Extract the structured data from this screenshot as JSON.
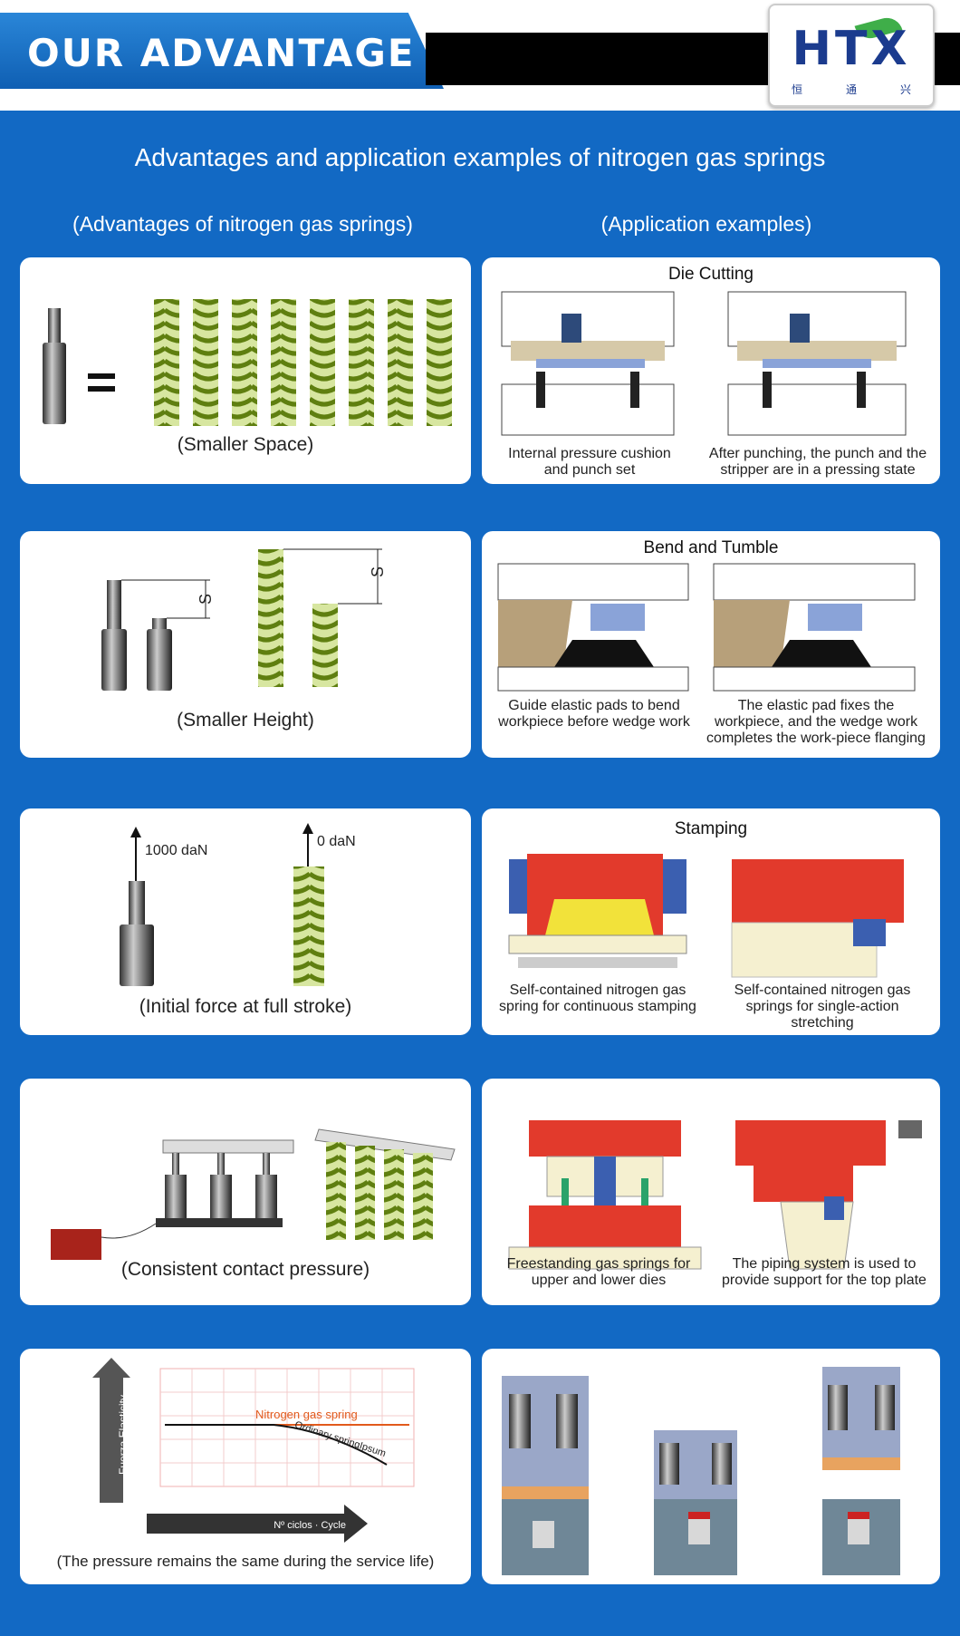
{
  "header": {
    "title": "OUR ADVANTAGE",
    "logo": "HTX",
    "logo_cn": [
      "恒",
      "通",
      "兴"
    ]
  },
  "main_title": "Advantages and application examples of nitrogen gas springs",
  "col_left_heading": "(Advantages of nitrogen gas springs)",
  "col_right_heading": "(Application examples)",
  "advantages": [
    {
      "caption": "(Smaller Space)"
    },
    {
      "caption": "(Smaller Height)",
      "s_label": "S"
    },
    {
      "caption": "(Initial force at full stroke)",
      "force_gas": "1000 daN",
      "force_coil": "0 daN"
    },
    {
      "caption": "(Consistent contact pressure)"
    },
    {
      "caption": "(The pressure remains the same during the service life)",
      "y_axis": "Fuerza Elasticity",
      "x_axis": "Nº ciclos · Cycle",
      "series_gas": "Nitrogen gas spring",
      "series_ordinary": "Ordinary springIpsum"
    }
  ],
  "applications": [
    {
      "title": "Die Cutting",
      "cap_left": "Internal pressure cushion and punch set",
      "cap_right": "After punching, the punch and the stripper are in a pressing state"
    },
    {
      "title": "Bend and Tumble",
      "cap_left": "Guide elastic pads to bend workpiece before wedge work",
      "cap_right": "The elastic pad fixes the workpiece, and the wedge work completes the work-piece flanging"
    },
    {
      "title": "Stamping",
      "cap_left": "Self-contained nitrogen gas spring for continuous stamping",
      "cap_right": "Self-contained nitrogen gas springs for single-action stretching"
    },
    {
      "title": "",
      "cap_left": "Freestanding gas springs for upper and lower dies",
      "cap_right": "The piping system is used to provide support for the top plate"
    }
  ],
  "colors": {
    "blue": "#1269c4",
    "spring_green": "#7a9a1e",
    "die_red": "#e23a2c",
    "die_blue": "#3b5fb0"
  }
}
